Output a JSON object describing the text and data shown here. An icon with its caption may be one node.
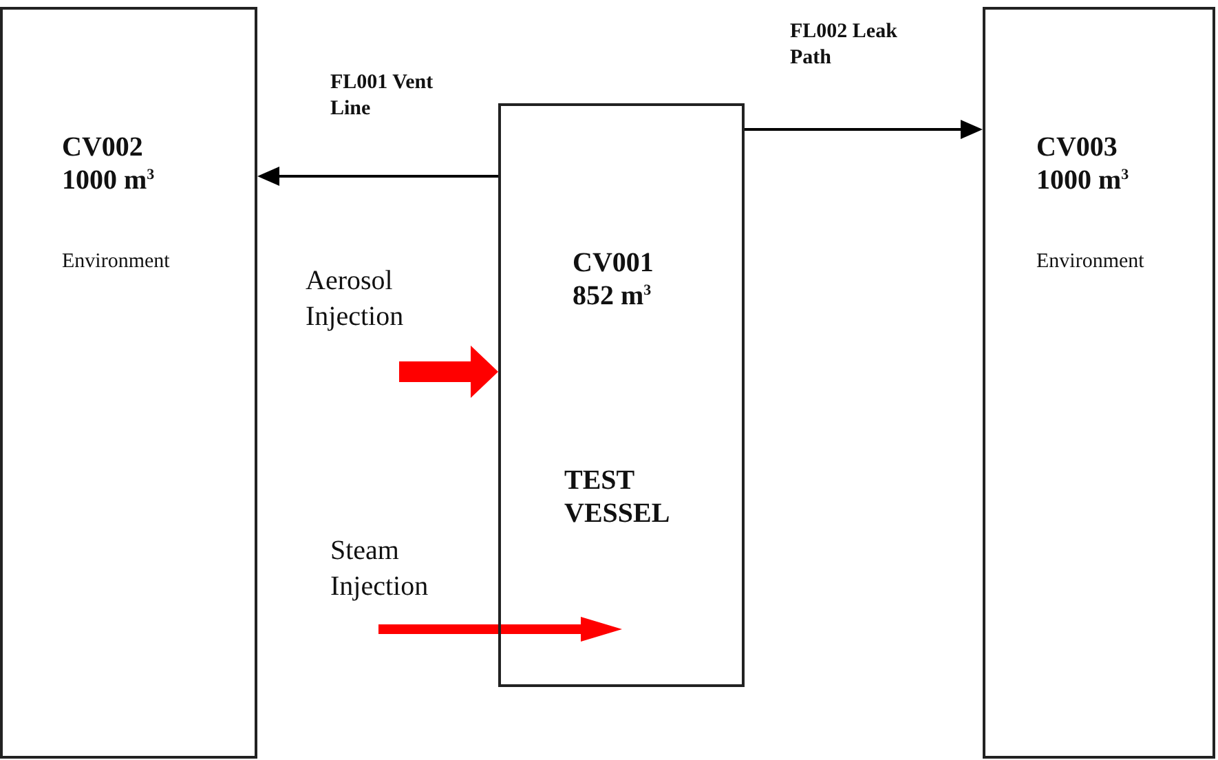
{
  "diagram": {
    "nodes": [
      {
        "text": [
          "CV002 1000 m$^{3}$",
          "Environment"
        ]
      },
      {
        "text": [
          "CV001 852 m$^{3}$",
          "TEST VESSEL"
        ]
      },
      {
        "text": [
          "CV003 1000 m$^{3}$",
          "Environment"
        ]
      }
    ],
    "edges": [
      {
        "from": 1,
        "to": 0,
        "arrow": "to",
        "label": "FL001 Vent Line"
      },
      {
        "from": 1,
        "to": 2,
        "arrow": "to",
        "label": "FL002 Leak Path"
      },
      {
        "from": null,
        "to": 1,
        "arrow": "to",
        "label": "Aerosol Injection",
        "style": "thick",
        "color": "#ff0000"
      },
      {
        "from": null,
        "to": 1,
        "arrow": "to",
        "label": "Steam Injection",
        "style": "thick",
        "color": "#ff0000"
      }
    ]
  }
}
